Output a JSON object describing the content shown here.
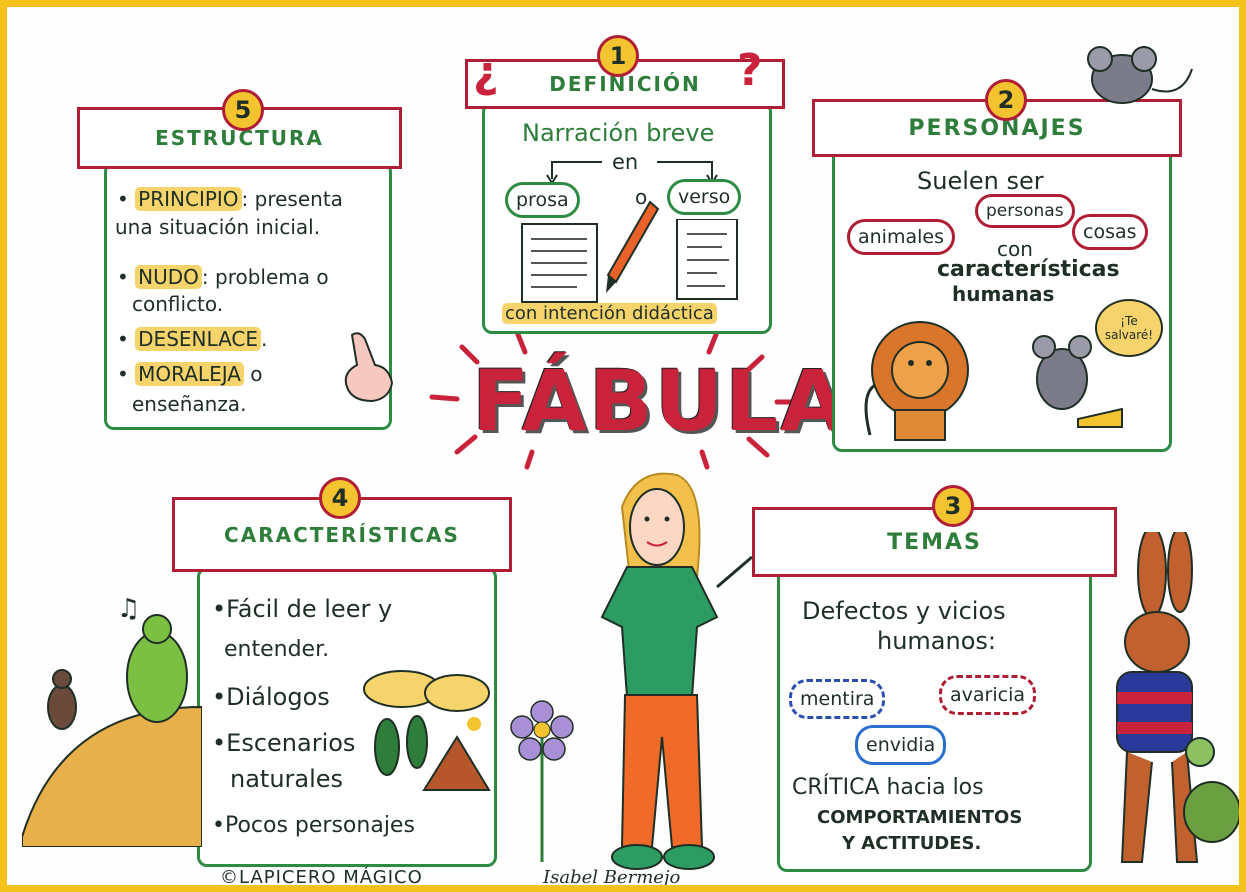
{
  "title": "FÁBULA",
  "sections": {
    "definicion": {
      "number": "1",
      "heading": "DEFINICIÓN",
      "lines": [
        "Narración breve",
        "en",
        "prosa",
        "o",
        "verso",
        "con intención didáctica"
      ],
      "icons": [
        "question-marks-icon",
        "paper-icon",
        "pen-icon"
      ]
    },
    "personajes": {
      "number": "2",
      "heading": "PERSONAJES",
      "line1": "Suelen ser",
      "pills": [
        "animales",
        "personas",
        "cosas"
      ],
      "line2": "con",
      "line3": "características",
      "line4": "humanas",
      "bubble": "¡Te salvaré!",
      "icons": [
        "lion-icon",
        "mouse-icon",
        "cheese-icon"
      ]
    },
    "temas": {
      "number": "3",
      "heading": "TEMAS",
      "line1": "Defectos y vicios",
      "line2": "humanos:",
      "pills": [
        "mentira",
        "avaricia",
        "envidia"
      ],
      "critica": "CRÍTICA hacia los",
      "comp": "COMPORTAMIENTOS",
      "act": "Y ACTITUDES."
    },
    "caracteristicas": {
      "number": "4",
      "heading": "CARACTERÍSTICAS",
      "items": [
        "•Fácil de leer y",
        "entender.",
        "•Diálogos",
        "•Escenarios",
        "naturales",
        "•Pocos personajes"
      ]
    },
    "estructura": {
      "number": "5",
      "heading": "ESTRUCTURA",
      "items": [
        {
          "key": "PRINCIPIO",
          "text": ": presenta"
        },
        {
          "key": "",
          "text": "una situación inicial."
        },
        {
          "key": "NUDO",
          "text": ": problema o"
        },
        {
          "key": "",
          "text": "conflicto."
        },
        {
          "key": "DESENLACE",
          "text": "."
        },
        {
          "key": "MORALEJA",
          "text": " o"
        },
        {
          "key": "",
          "text": "enseñanza."
        }
      ]
    }
  },
  "credits": {
    "left": "©LAPICERO MÁGICO",
    "right": "Isabel Bermejo"
  },
  "colors": {
    "frame": "#f3c21b",
    "banner_border": "#b01e35",
    "box_border": "#2e8b44",
    "title_red": "#c8233a",
    "highlight": "#f6d36b"
  }
}
